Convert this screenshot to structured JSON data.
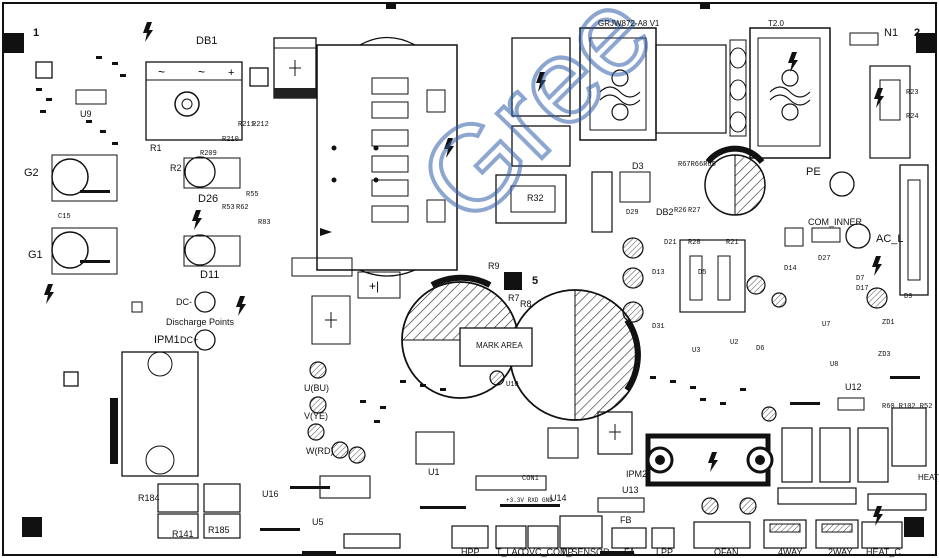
{
  "watermark": "Gree",
  "board": {
    "model": "GRJW872-A8 V1",
    "transformer": "T2.0"
  },
  "labels": {
    "corner_1": "1",
    "corner_2": "2",
    "db1": "DB1",
    "n1": "N1",
    "r1": "R1",
    "r2": "R2",
    "r209": "R209",
    "r210": "R210",
    "r211": "R211",
    "r212": "R212",
    "d26": "D26",
    "d11": "D11",
    "r53": "R53",
    "r62": "R62",
    "r55": "R55",
    "r83": "R83",
    "g1": "G1",
    "g2": "G2",
    "u9": "U9",
    "c15": "C15",
    "r9": "R9",
    "r7": "R7",
    "r8": "R8",
    "r32": "R32",
    "d3": "D3",
    "d29": "D29",
    "db2": "DB2",
    "r26": "R26",
    "r27": "R27",
    "r67": "R67R66R65",
    "pe": "PE",
    "com_inner": "COM_INNER",
    "ac_l": "AC_L",
    "r23": "R23",
    "r24": "R24",
    "d21": "D21",
    "d13": "D13",
    "d31": "D31",
    "r28": "R28",
    "r21": "R21",
    "d5": "D5",
    "u3": "U3",
    "u2": "U2",
    "d6": "D6",
    "d14": "D14",
    "d27": "D27",
    "d7": "D7",
    "d17": "D17",
    "d9": "D9",
    "zd1": "ZD1",
    "zd3": "ZD3",
    "u7": "U7",
    "u8": "U8",
    "u12": "U12",
    "r60": "R60 R102 R52",
    "five": "5",
    "mark_area": "MARK AREA",
    "dc_minus": "DC-",
    "dc_plus": "DC+",
    "discharge": "Discharge Points",
    "ipm1": "IPM1",
    "u_bu": "U(BU)",
    "v_ye": "V(YE)",
    "w_rd": "W(RD)",
    "u1": "U1",
    "u10": "U10",
    "u16": "U16",
    "u5": "U5",
    "u14": "U14",
    "u13": "U13",
    "con1": "CON1",
    "ipm2": "IPM2",
    "fb": "FB",
    "r184": "R184",
    "r141": "R141",
    "r185": "R185",
    "heat_right": "HEAT_",
    "n_33v": "+3.3V RXD GND"
  },
  "connectors": [
    "HPP",
    "T_LAC",
    "OVC_COMP",
    "T_SENSOR",
    "FA",
    "LPP",
    "OFAN",
    "4WAY",
    "2WAY",
    "HEAT_C"
  ]
}
